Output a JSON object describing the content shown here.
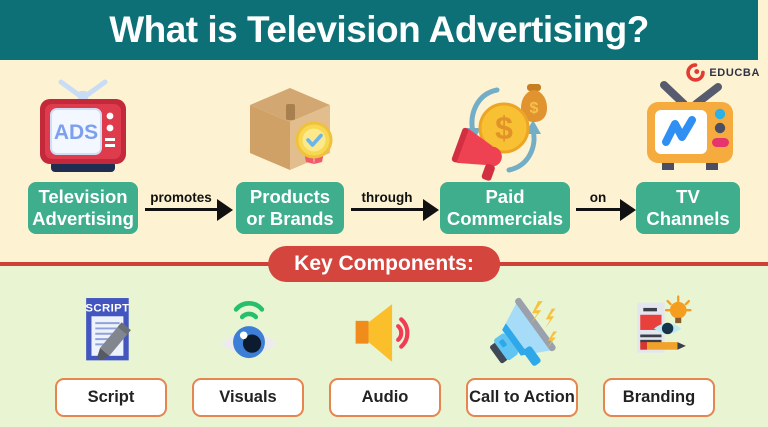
{
  "header": {
    "title": "What is Television Advertising?"
  },
  "brand": {
    "logo_text": "EDUCBA"
  },
  "flow": {
    "nodes": [
      {
        "line1": "Television",
        "line2": "Advertising",
        "icon": "tv-ads-icon",
        "screen_text": "ADS"
      },
      {
        "line1": "Products",
        "line2": "or Brands",
        "icon": "product-box-icon"
      },
      {
        "line1": "Paid",
        "line2": "Commercials",
        "icon": "money-exchange-icon"
      },
      {
        "line1": "TV",
        "line2": "Channels",
        "icon": "tv-channels-icon"
      }
    ],
    "connectors": [
      {
        "label": "promotes"
      },
      {
        "label": "through"
      },
      {
        "label": "on"
      }
    ]
  },
  "divider": {
    "label": "Key Components:"
  },
  "components": {
    "items": [
      {
        "label": "Script",
        "icon": "script-icon",
        "header_text": "SCRIPT"
      },
      {
        "label": "Visuals",
        "icon": "eye-icon"
      },
      {
        "label": "Audio",
        "icon": "speaker-icon"
      },
      {
        "label": "Call to Action",
        "icon": "megaphone-icon"
      },
      {
        "label": "Branding",
        "icon": "branding-icon"
      }
    ]
  },
  "icons": {
    "currency": "$"
  },
  "colors": {
    "banner_teal": "#0c7076",
    "cream_bg": "#fdf3d2",
    "light_green_bg": "#e9f5d2",
    "node_green": "#3fae8c",
    "accent_red": "#d4453e",
    "label_border_orange": "#e6854f"
  }
}
